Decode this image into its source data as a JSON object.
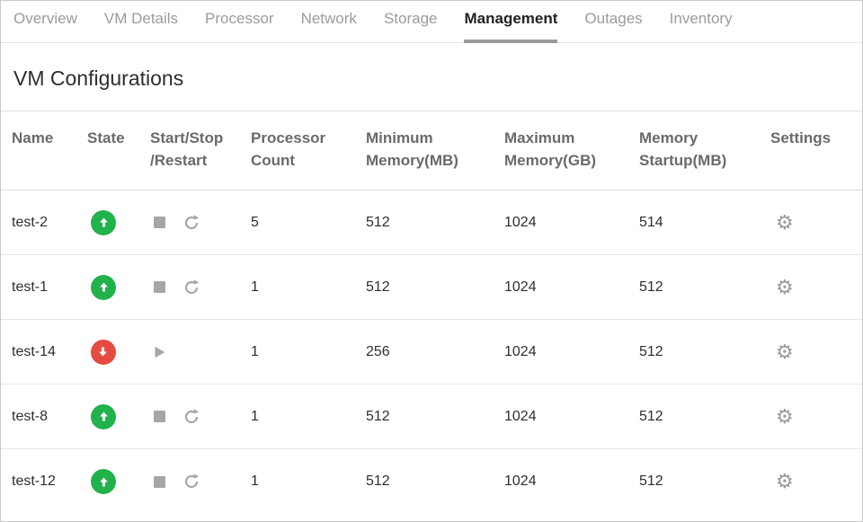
{
  "tabs": [
    {
      "label": "Overview",
      "active": false
    },
    {
      "label": "VM Details",
      "active": false
    },
    {
      "label": "Processor",
      "active": false
    },
    {
      "label": "Network",
      "active": false
    },
    {
      "label": "Storage",
      "active": false
    },
    {
      "label": "Management",
      "active": true
    },
    {
      "label": "Outages",
      "active": false
    },
    {
      "label": "Inventory",
      "active": false
    }
  ],
  "section": {
    "title": "VM Configurations"
  },
  "table": {
    "headers": [
      {
        "line1": "Name",
        "line2": ""
      },
      {
        "line1": "State",
        "line2": ""
      },
      {
        "line1": "Start/Stop",
        "line2": "/Restart"
      },
      {
        "line1": "Processor",
        "line2": "Count"
      },
      {
        "line1": "Minimum",
        "line2": "Memory(MB)"
      },
      {
        "line1": "Maximum",
        "line2": "Memory(GB)"
      },
      {
        "line1": "Memory",
        "line2": "Startup(MB)"
      },
      {
        "line1": "Settings",
        "line2": ""
      }
    ],
    "rows": [
      {
        "name": "test-2",
        "state": "up",
        "actions": [
          "stop",
          "restart"
        ],
        "processor_count": "5",
        "min_memory_mb": "512",
        "max_memory_gb": "1024",
        "memory_startup_mb": "514"
      },
      {
        "name": "test-1",
        "state": "up",
        "actions": [
          "stop",
          "restart"
        ],
        "processor_count": "1",
        "min_memory_mb": "512",
        "max_memory_gb": "1024",
        "memory_startup_mb": "512"
      },
      {
        "name": "test-14",
        "state": "down",
        "actions": [
          "play"
        ],
        "processor_count": "1",
        "min_memory_mb": "256",
        "max_memory_gb": "1024",
        "memory_startup_mb": "512"
      },
      {
        "name": "test-8",
        "state": "up",
        "actions": [
          "stop",
          "restart"
        ],
        "processor_count": "1",
        "min_memory_mb": "512",
        "max_memory_gb": "1024",
        "memory_startup_mb": "512"
      },
      {
        "name": "test-12",
        "state": "up",
        "actions": [
          "stop",
          "restart"
        ],
        "processor_count": "1",
        "min_memory_mb": "512",
        "max_memory_gb": "1024",
        "memory_startup_mb": "512"
      }
    ]
  },
  "icons": {
    "settings_glyph": "⚙"
  },
  "colors": {
    "state_up": "#21b24b",
    "state_down": "#e54b40",
    "icon_gray": "#a6a6a6",
    "active_tab_underline": "#9b9b9b"
  }
}
